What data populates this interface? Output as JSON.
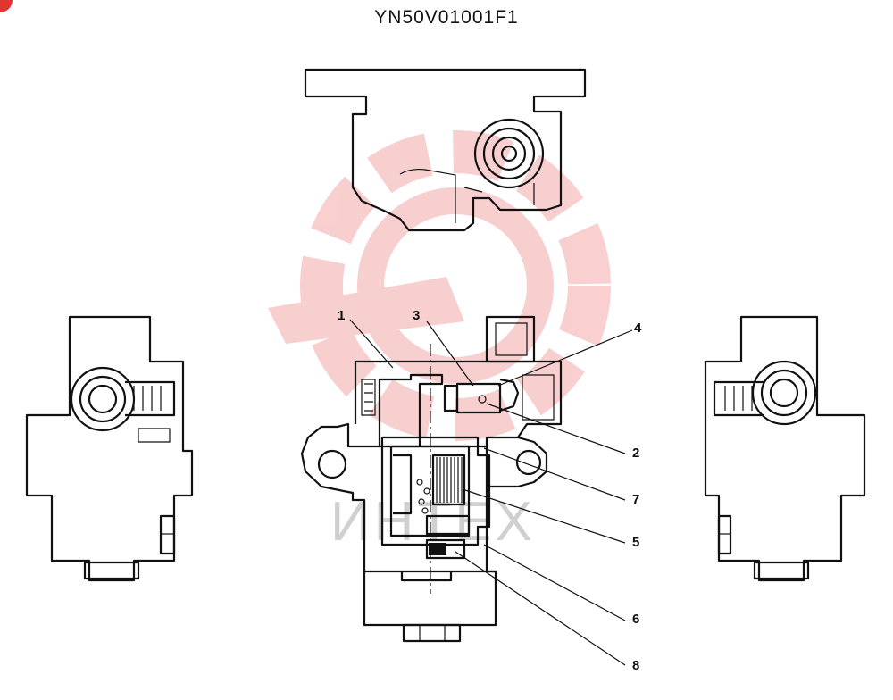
{
  "title": "YN50V01001F1",
  "watermark": {
    "text": "ИНТЕХ",
    "color": "#f7c8c8"
  },
  "accent_color": "#e3342f",
  "callouts": [
    {
      "id": "1",
      "label": "1"
    },
    {
      "id": "2",
      "label": "2"
    },
    {
      "id": "3",
      "label": "3"
    },
    {
      "id": "4",
      "label": "4"
    },
    {
      "id": "5",
      "label": "5"
    },
    {
      "id": "6",
      "label": "6"
    },
    {
      "id": "7",
      "label": "7"
    },
    {
      "id": "8",
      "label": "8"
    }
  ]
}
